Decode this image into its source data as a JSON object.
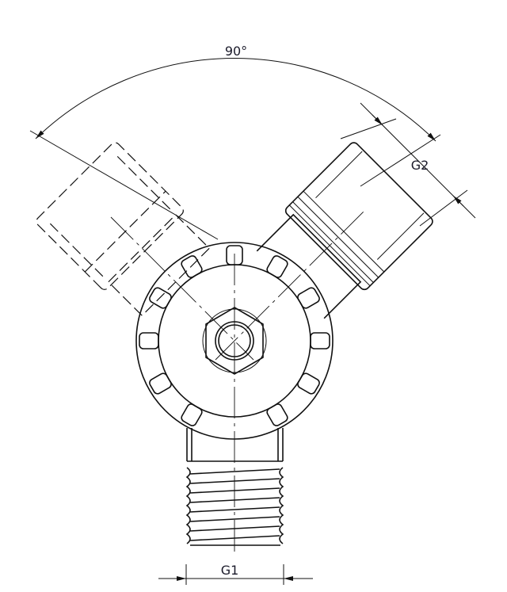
{
  "dimensions": {
    "angle_label": "90°",
    "outlet_label": "G2",
    "inlet_label": "G1"
  }
}
